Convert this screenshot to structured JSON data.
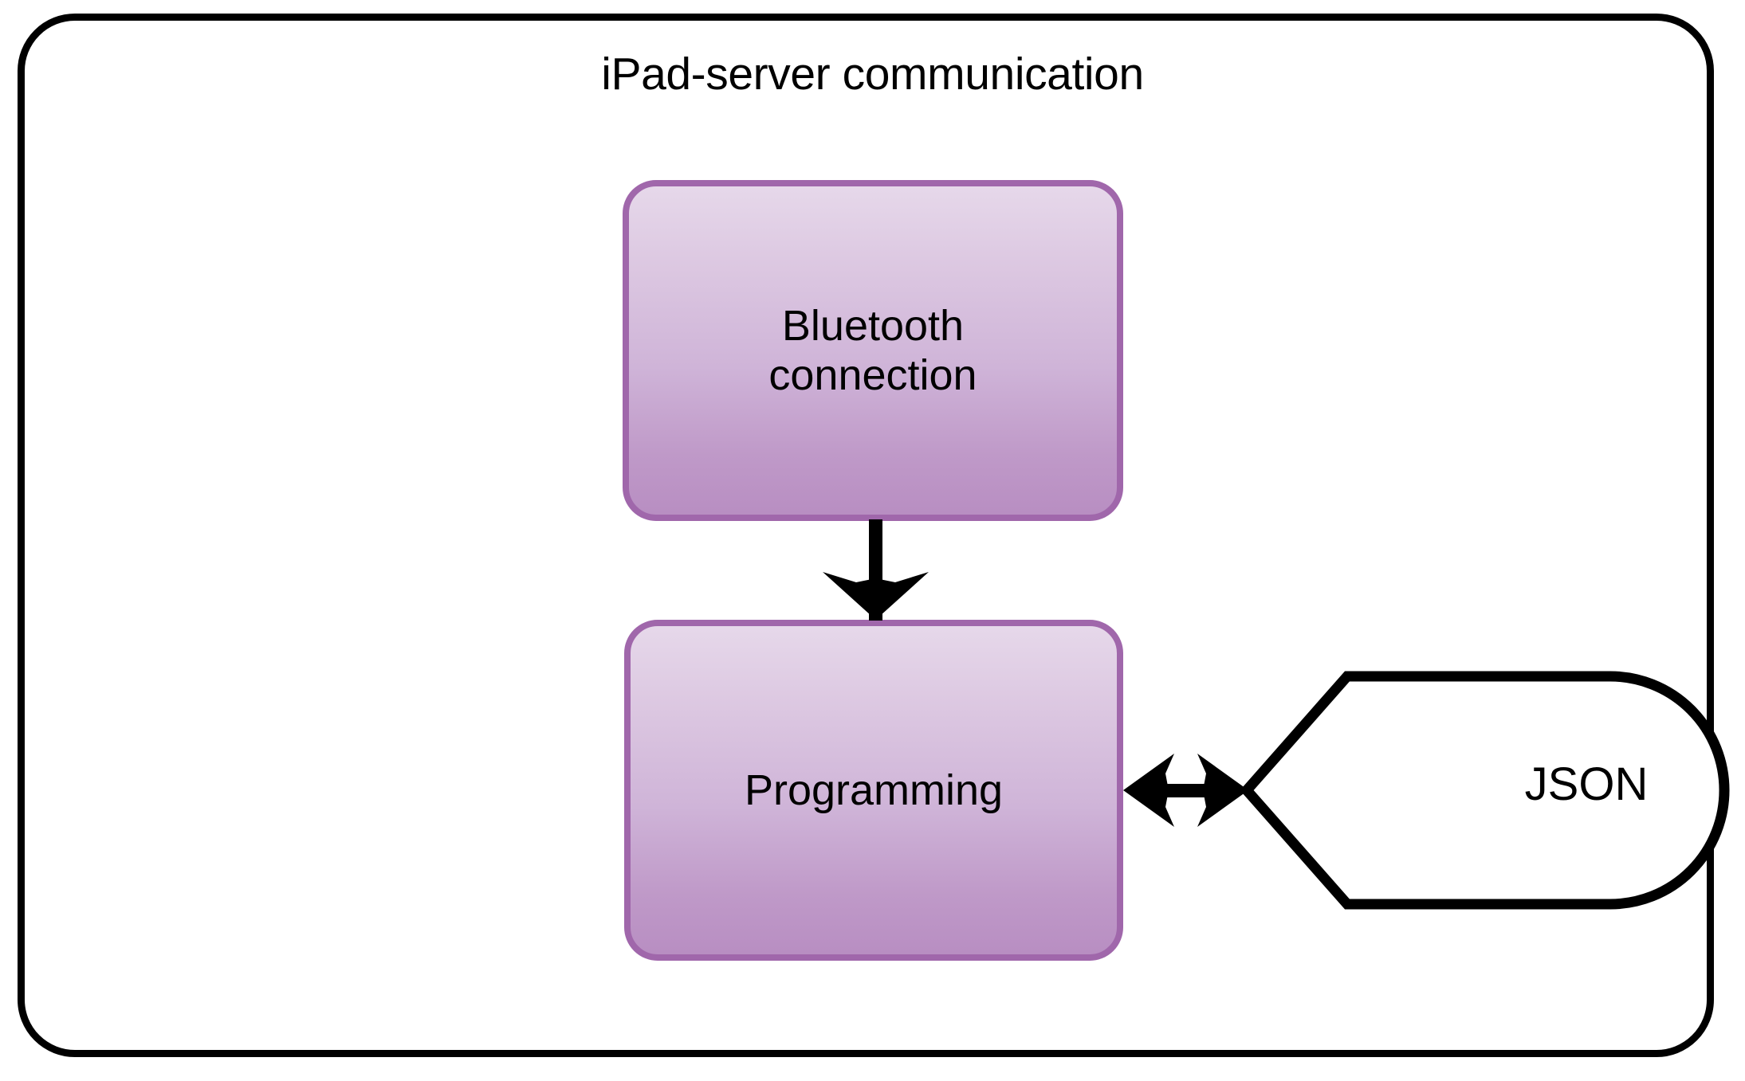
{
  "diagram": {
    "title": "iPad-server communication",
    "type": "flowchart",
    "container": {
      "name": "iPad-server communication",
      "shape": "rounded-rectangle",
      "border_color": "#000000",
      "fill_color": "#ffffff"
    },
    "nodes": [
      {
        "id": "bluetooth",
        "label": "Bluetooth connection",
        "label_line1": "Bluetooth",
        "label_line2": "connection",
        "shape": "rounded-rectangle",
        "fill_top_color": "#e6d8ea",
        "fill_bottom_color": "#b88ec2",
        "border_color": "#a067ab",
        "text_color": "#000000"
      },
      {
        "id": "programming",
        "label": "Programming",
        "shape": "rounded-rectangle",
        "fill_top_color": "#e6d8ea",
        "fill_bottom_color": "#b88ec2",
        "border_color": "#a067ab",
        "text_color": "#000000"
      },
      {
        "id": "json",
        "label": "JSON",
        "shape": "data-tag",
        "fill_color": "#ffffff",
        "border_color": "#000000",
        "text_color": "#000000"
      }
    ],
    "edges": [
      {
        "id": "bluetooth-to-programming",
        "from": "bluetooth",
        "to": "programming",
        "label": "",
        "direction": "down",
        "arrowheads": "single",
        "color": "#000000"
      },
      {
        "id": "programming-to-json",
        "from": "programming",
        "to": "json",
        "label": "",
        "direction": "horizontal",
        "arrowheads": "double",
        "color": "#000000"
      }
    ]
  }
}
